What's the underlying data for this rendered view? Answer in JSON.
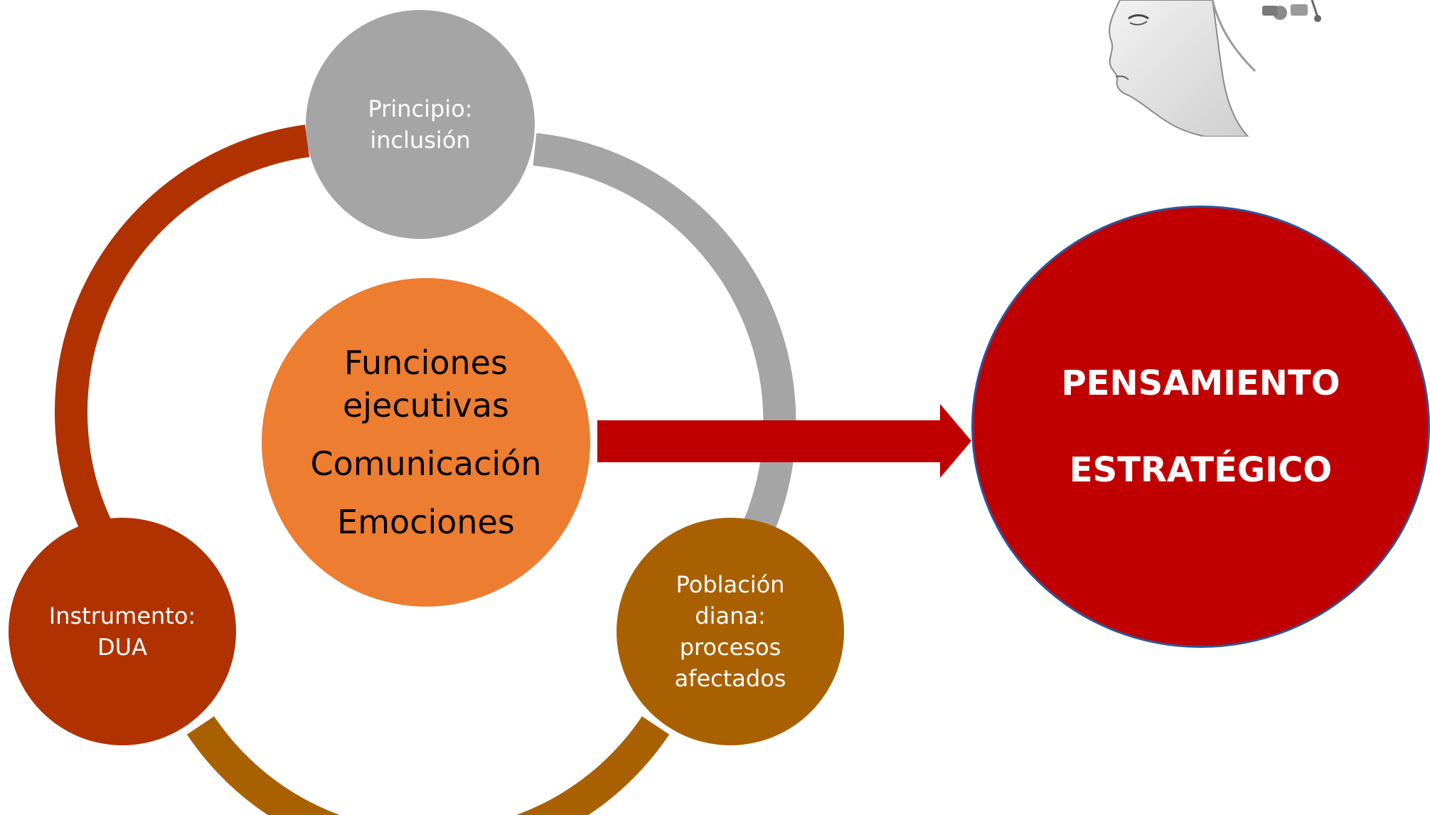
{
  "cycle": {
    "top_node": "Principio:\ninclusión",
    "left_node": "Instrumento:\nDUA",
    "right_node": "Población\ndiana:\nprocesos\nafectados",
    "center": {
      "line1": "Funciones",
      "line2": "ejecutivas",
      "line3": "Comunicación",
      "line4": "Emociones"
    }
  },
  "result": {
    "line1": "PENSAMIENTO",
    "line2": "ESTRATÉGICO"
  },
  "colors": {
    "top_node": "#a5a5a5",
    "left_node": "#b03200",
    "right_node": "#a96000",
    "center_node": "#ed7d31",
    "result_node": "#c00000",
    "result_border": "#2f5597",
    "arrow": "#c00000"
  },
  "icons": {
    "illustration": "woman-profile-sketch-icon"
  }
}
